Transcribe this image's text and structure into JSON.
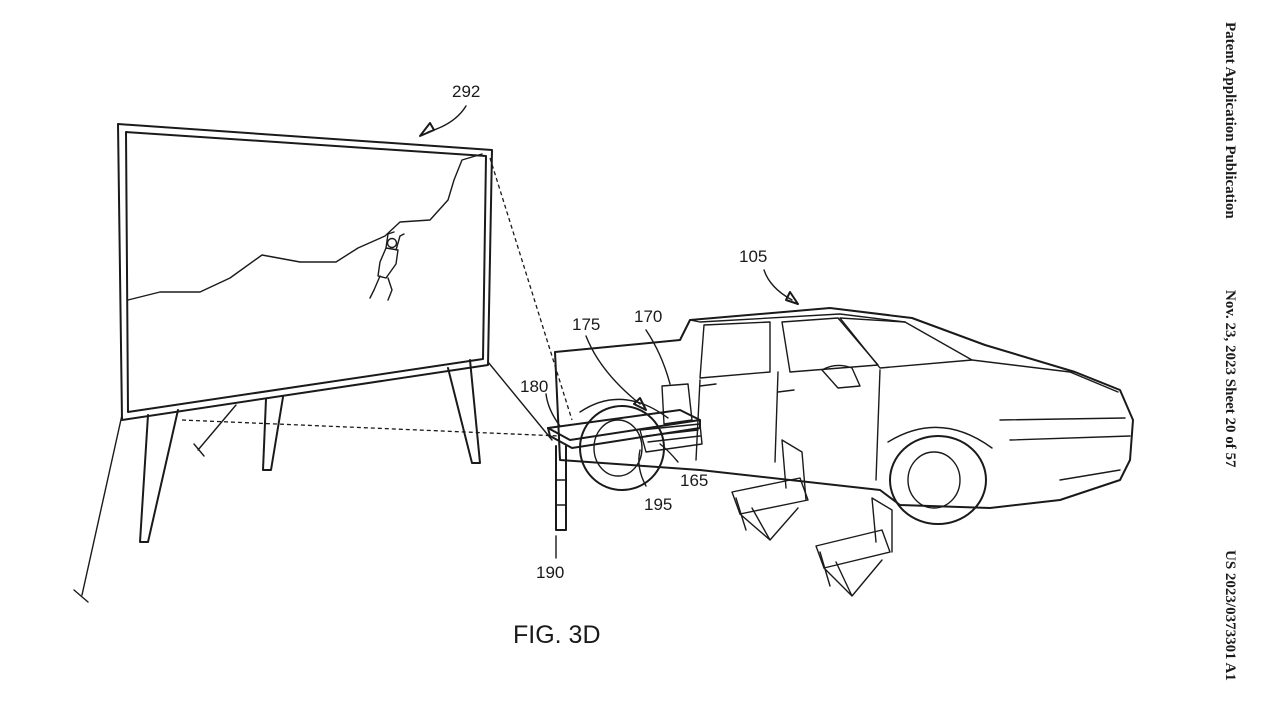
{
  "header": {
    "publication": "Patent Application Publication",
    "date_sheet": "Nov. 23, 2023   Sheet 20 of 57",
    "number": "US 2023/0373301 A1"
  },
  "figure": {
    "label": "FIG. 3D",
    "refs": {
      "screen": "292",
      "vehicle": "105",
      "panel_175": "175",
      "panel_170": "170",
      "table": "180",
      "drawer": "165",
      "leg": "190",
      "slide": "195"
    }
  }
}
